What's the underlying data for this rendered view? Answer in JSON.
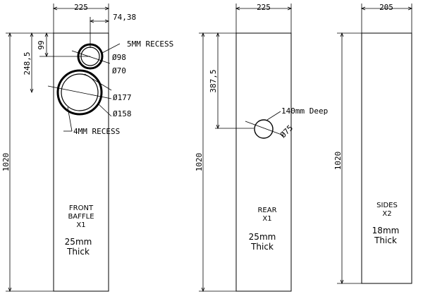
{
  "front": {
    "width": "225",
    "offset": "74,38",
    "height": "1020",
    "top_to_small": "99",
    "top_to_large": "248,5",
    "small_recess": "5MM RECESS",
    "small_outer": "Ø98",
    "small_inner": "Ø70",
    "large_outer": "Ø177",
    "large_inner": "Ø158",
    "large_recess": "4MM RECESS",
    "name_1": "FRONT",
    "name_2": "BAFFLE",
    "qty": "X1",
    "thick_1": "25mm",
    "thick_2": "Thick"
  },
  "rear": {
    "width": "225",
    "height": "1020",
    "top_to_port": "387,5",
    "port_depth": "140mm Deep",
    "port_dia": "Ø75",
    "name": "REAR",
    "qty": "X1",
    "thick_1": "25mm",
    "thick_2": "Thick"
  },
  "sides": {
    "width": "205",
    "height": "1020",
    "name": "SIDES",
    "qty": "X2",
    "thick_1": "18mm",
    "thick_2": "Thick"
  }
}
